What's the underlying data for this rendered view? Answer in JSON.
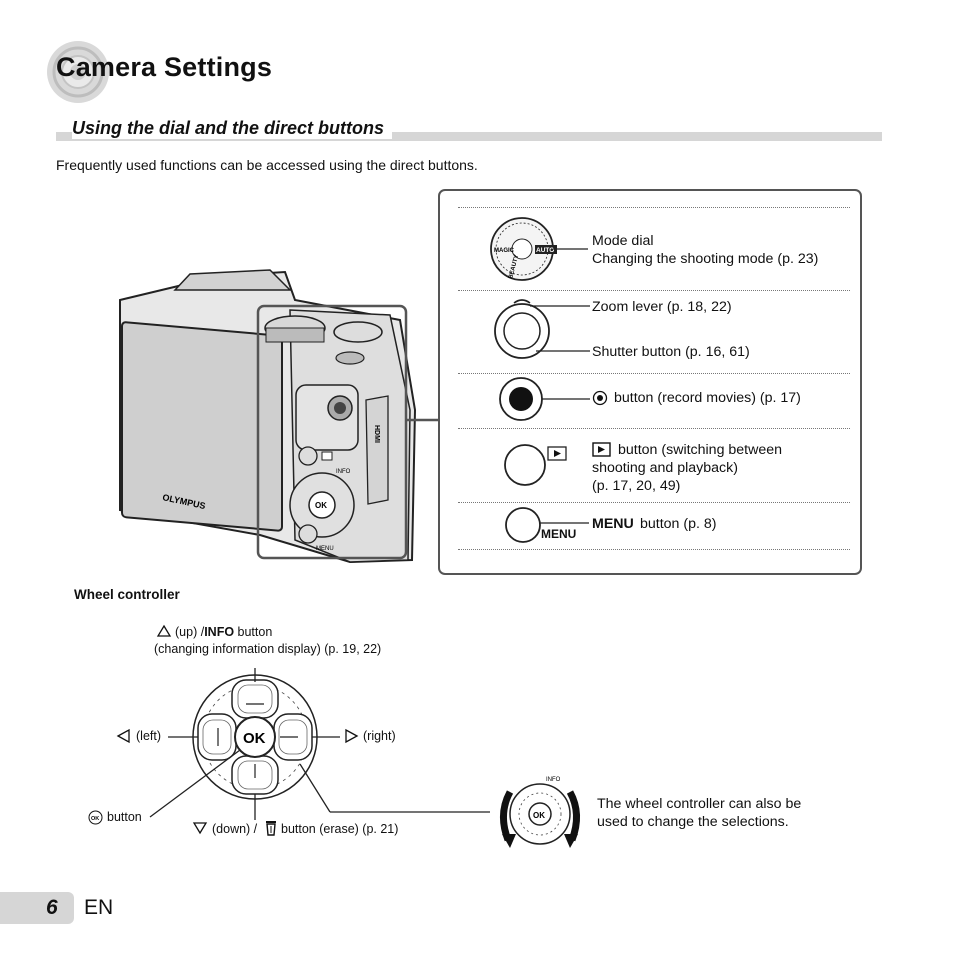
{
  "header": {
    "title": "Camera Settings"
  },
  "section": {
    "title": "Using the dial and the direct buttons",
    "intro": "Frequently used functions can be accessed using the direct buttons."
  },
  "camera_body": {
    "brand": "OLYMPUS",
    "hdmi_label": "HDMI",
    "info_label": "INFO",
    "menu_label": "MENU",
    "ok_label": "OK"
  },
  "direct_buttons": {
    "mode_dial": {
      "line1": "Mode dial",
      "line2": "Changing the shooting mode (p. 23)",
      "dial_labels": [
        "MAGIC",
        "BEAUTY",
        "AUTO"
      ]
    },
    "zoom_lever": "Zoom lever (p. 18, 22)",
    "shutter": "Shutter button (p. 16, 61)",
    "movie": "button (record movies) (p. 17)",
    "playback": {
      "line1": "button (switching between",
      "line2": "shooting and playback)",
      "line3": "(p. 17, 20, 49)"
    },
    "menu": {
      "key": "MENU",
      "text": "button (p. 8)",
      "button_label": "MENU"
    }
  },
  "wheel": {
    "heading": "Wheel controller",
    "up_prefix": "(up) /",
    "up_bold": "INFO",
    "up_suffix": "button",
    "up_line2": "(changing information display) (p. 19, 22)",
    "left": "(left)",
    "right": "(right)",
    "ok_button": "button",
    "down_prefix": "(down) /",
    "down_suffix": "button (erase) (p. 21)",
    "ok_label": "OK",
    "note_line1": "The wheel controller can also be",
    "note_line2": "used to change the selections.",
    "info_label": "INFO"
  },
  "footer": {
    "page_number": "6",
    "lang": "EN"
  }
}
